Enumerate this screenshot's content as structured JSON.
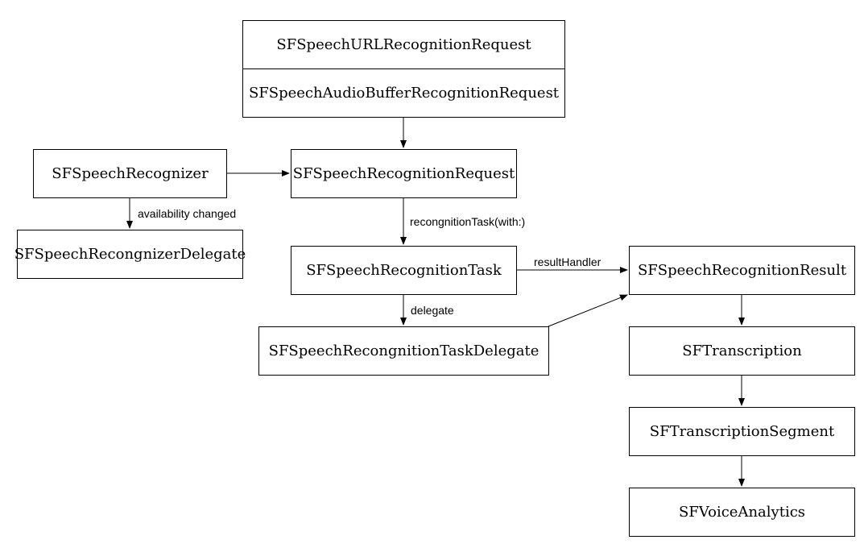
{
  "nodes": {
    "url_request": "SFSpeechURLRecognitionRequest",
    "audio_buffer_request": "SFSpeechAudioBufferRecognitionRequest",
    "recognizer": "SFSpeechRecognizer",
    "recognition_request": "SFSpeechRecognitionRequest",
    "recognizer_delegate": "SFSpeechRecongnizerDelegate",
    "recognition_task": "SFSpeechRecognitionTask",
    "recognition_result": "SFSpeechRecognitionResult",
    "task_delegate": "SFSpeechRecongnitionTaskDelegate",
    "transcription": "SFTranscription",
    "transcription_segment": "SFTranscriptionSegment",
    "voice_analytics": "SFVoiceAnalytics"
  },
  "edge_labels": {
    "availability_changed": "availability changed",
    "recognition_task_with": "recongnitionTask(with:)",
    "result_handler": "resultHandler",
    "delegate": "delegate"
  }
}
